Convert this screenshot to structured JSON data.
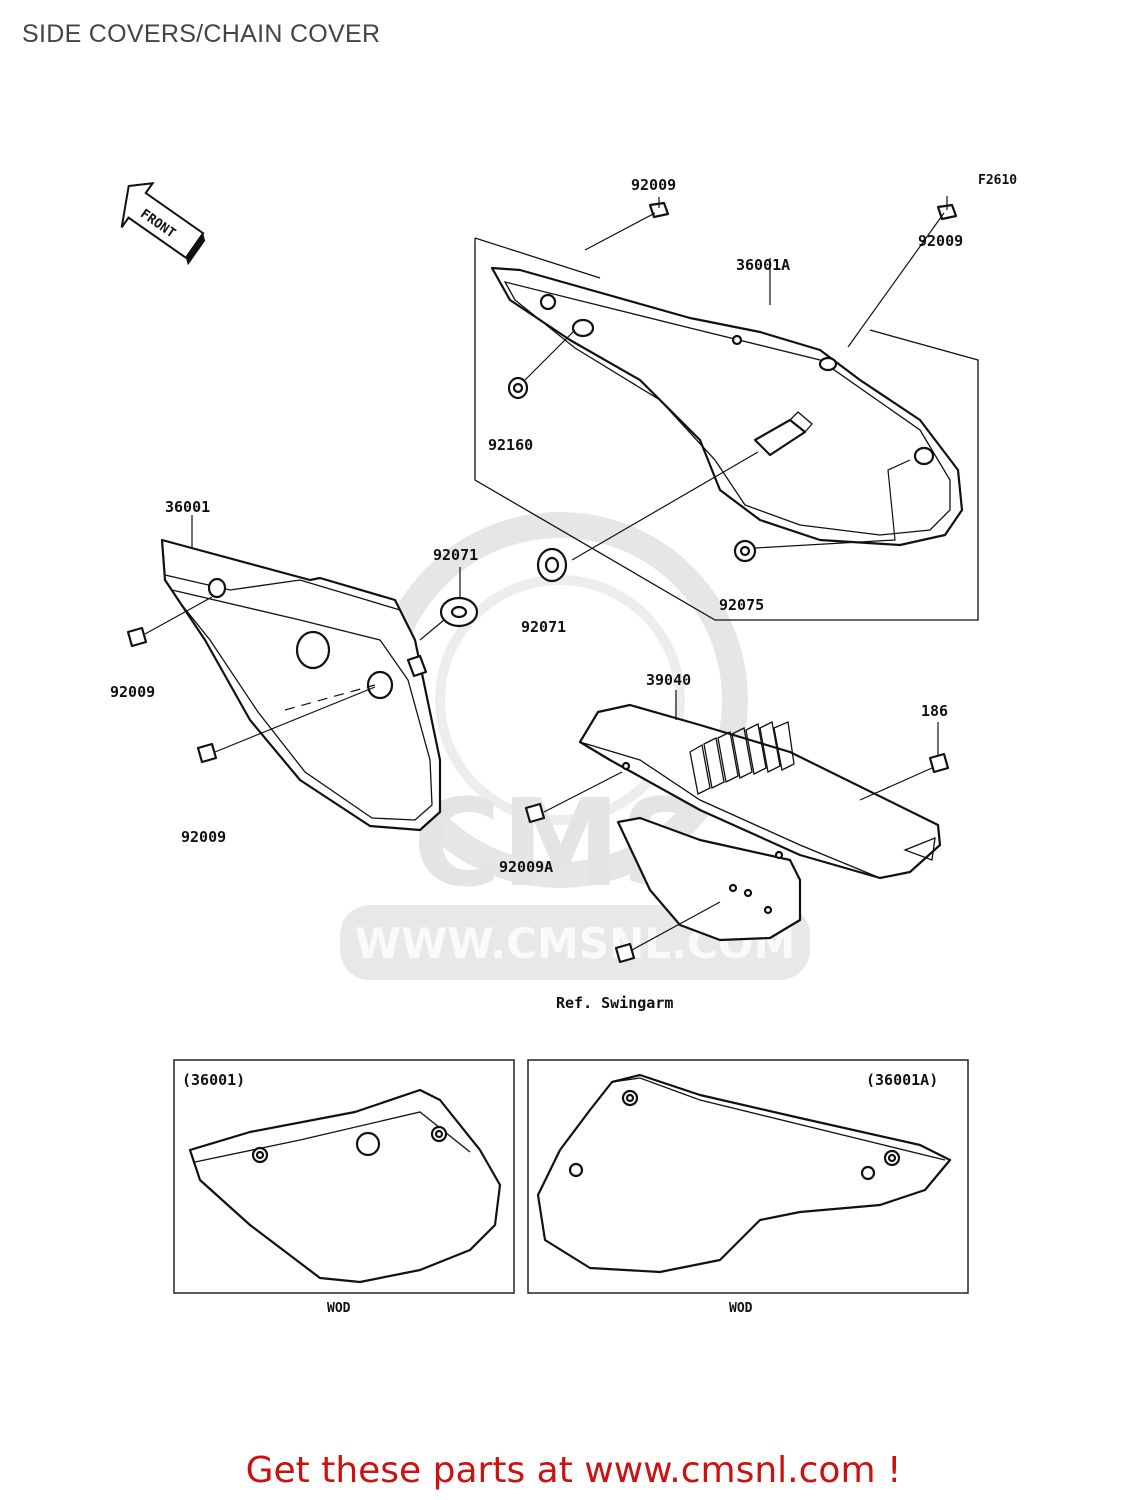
{
  "page": {
    "title": "SIDE COVERS/CHAIN COVER",
    "footer_text": "Get these parts at www.cmsnl.com !"
  },
  "diagram": {
    "figure_code": "F2610",
    "front_marker": "FRONT",
    "watermark": "WWW.CMSNL.COM",
    "watermark_logo": "CMS",
    "reference": "Ref. Swingarm",
    "labels": {
      "p_36001": "36001",
      "p_36001a": "36001A",
      "p_39040": "39040",
      "p_92009_top": "92009",
      "p_92009_right": "92009",
      "p_92009_left_upper": "92009",
      "p_92009_left_lower": "92009",
      "p_92009a": "92009A",
      "p_92160": "92160",
      "p_92071_left": "92071",
      "p_92071_right": "92071",
      "p_92075": "92075",
      "p_186": "186"
    },
    "insets": [
      {
        "part": "(36001)",
        "caption": "WOD"
      },
      {
        "part": "(36001A)",
        "caption": "WOD"
      }
    ]
  },
  "colors": {
    "footer": "#cc1111",
    "title": "#444444",
    "line": "#111111",
    "watermark": "#e2e2e2"
  }
}
